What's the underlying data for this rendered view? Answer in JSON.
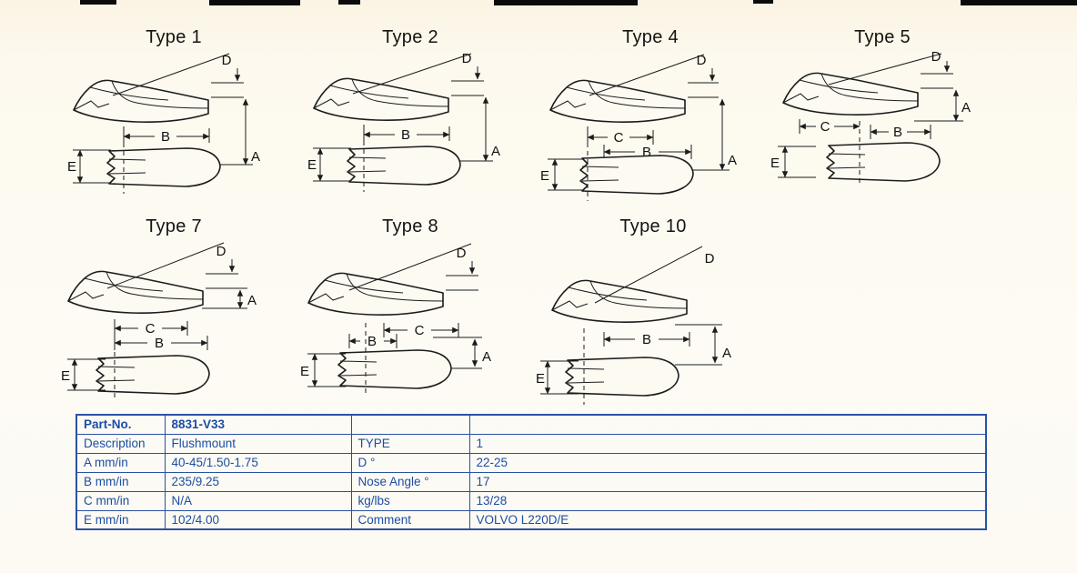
{
  "colors": {
    "paper": "#fdfaf2",
    "ink": "#1c1c1c",
    "table_border": "#2a52a3",
    "table_text": "#1c4da6"
  },
  "diagrams": [
    "Type 1",
    "Type 2",
    "Type 4",
    "Type 5",
    "Type 7",
    "Type 8",
    "Type 10"
  ],
  "dims": {
    "A": "A",
    "B": "B",
    "C": "C",
    "D": "D",
    "E": "E"
  },
  "table": {
    "rows": [
      [
        "Part-No.",
        "8831-V33",
        "",
        ""
      ],
      [
        "Description",
        "Flushmount",
        "TYPE",
        "1"
      ],
      [
        "A mm/in",
        "40-45/1.50-1.75",
        "D °",
        "22-25"
      ],
      [
        "B mm/in",
        "235/9.25",
        "Nose Angle °",
        "17"
      ],
      [
        "C mm/in",
        "N/A",
        "kg/lbs",
        "13/28"
      ],
      [
        "E mm/in",
        "102/4.00",
        "Comment",
        "VOLVO L220D/E"
      ]
    ]
  }
}
